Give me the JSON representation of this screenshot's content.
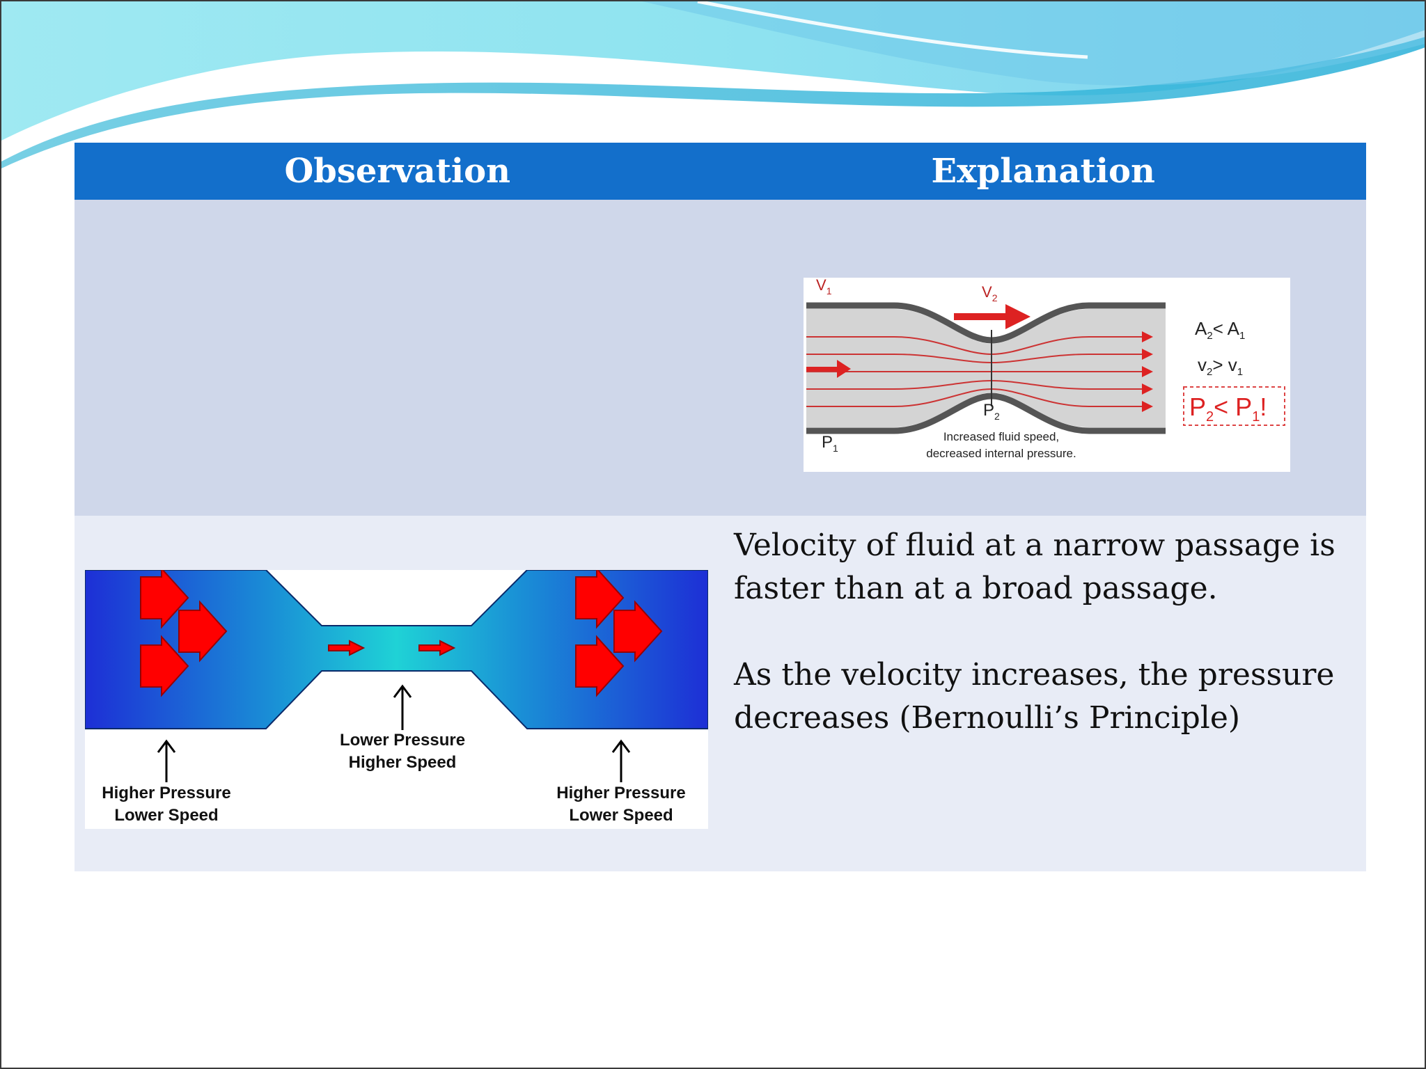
{
  "table": {
    "headers": [
      "Observation",
      "Explanation"
    ]
  },
  "venturi_diagram": {
    "v1": "V",
    "v1_sub": "1",
    "v2": "V",
    "v2_sub": "2",
    "p1": "P",
    "p1_sub": "1",
    "p2": "P",
    "p2_sub": "2",
    "caption_line1": "Increased fluid speed,",
    "caption_line2": "decreased internal pressure.",
    "rel_area_a": "A",
    "rel_area_a_sub1": "2",
    "rel_area_op": "< A",
    "rel_area_a_sub2": "1",
    "rel_vel_v": "v",
    "rel_vel_sub1": "2",
    "rel_vel_op": "> v",
    "rel_vel_sub2": "1",
    "rel_p_p": "P",
    "rel_p_sub1": "2",
    "rel_p_op": "< P",
    "rel_p_sub2": "1",
    "rel_p_end": "!"
  },
  "pipe_diagram": {
    "left_label_line1": "Higher Pressure",
    "left_label_line2": "Lower Speed",
    "center_label_line1": "Lower Pressure",
    "center_label_line2": "Higher Speed",
    "right_label_line1": "Higher Pressure",
    "right_label_line2": "Lower Speed"
  },
  "explanation": {
    "paragraph1": "Velocity of fluid at a narrow passage is faster than at a broad passage.",
    "paragraph2": "As the velocity increases, the pressure decreases (Bernoulli’s Principle)"
  },
  "colors": {
    "header_blue": "#136fcb",
    "row1_bg": "#cfd7ea",
    "row2_bg": "#e8ecf6",
    "arrow_red": "#e80000"
  }
}
